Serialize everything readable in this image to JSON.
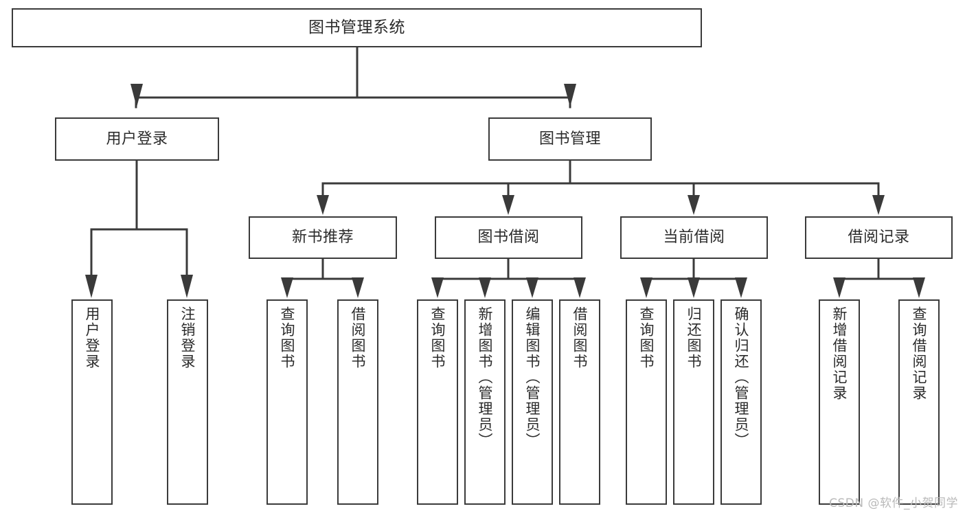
{
  "diagram": {
    "title": "图书管理系统",
    "type": "tree",
    "watermark": "CSDN @软件_小贺同学",
    "colors": {
      "node_border": "#3a3a3a",
      "node_fill": "#ffffff",
      "connector": "#3a3a3a",
      "text": "#2b2b2b",
      "watermark": "#b9b9b9",
      "background": "#ffffff"
    },
    "nodes": {
      "root": {
        "label": "图书管理系统"
      },
      "level1": [
        {
          "label": "用户登录"
        },
        {
          "label": "图书管理"
        }
      ],
      "level2": [
        {
          "label": "新书推荐"
        },
        {
          "label": "图书借阅"
        },
        {
          "label": "当前借阅"
        },
        {
          "label": "借阅记录"
        }
      ],
      "leaves": {
        "user_login": [
          {
            "label": "用户登录"
          },
          {
            "label": "注销登录"
          }
        ],
        "new_book_recommend": [
          {
            "label": "查询图书"
          },
          {
            "label": "借阅图书"
          }
        ],
        "book_borrow": [
          {
            "label": "查询图书"
          },
          {
            "label": "新增图书（管理员）"
          },
          {
            "label": "编辑图书（管理员）"
          },
          {
            "label": "借阅图书"
          }
        ],
        "current_borrow": [
          {
            "label": "查询图书"
          },
          {
            "label": "归还图书"
          },
          {
            "label": "确认归还（管理员）"
          }
        ],
        "borrow_records": [
          {
            "label": "新增借阅记录"
          },
          {
            "label": "查询借阅记录"
          }
        ]
      }
    }
  }
}
